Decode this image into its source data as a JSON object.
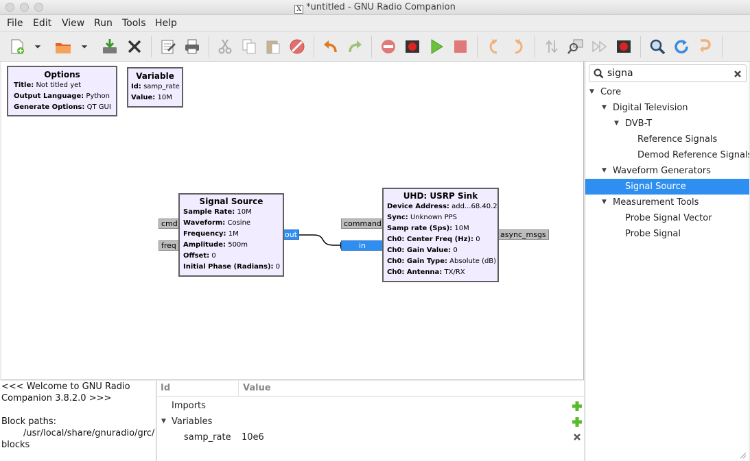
{
  "window": {
    "title": "*untitled - GNU Radio Companion"
  },
  "menu": {
    "items": [
      "File",
      "Edit",
      "View",
      "Run",
      "Tools",
      "Help"
    ]
  },
  "canvas": {
    "options_block": {
      "title": "Options",
      "rows": [
        {
          "k": "Title:",
          "v": "Not titled yet"
        },
        {
          "k": "Output Language:",
          "v": "Python"
        },
        {
          "k": "Generate Options:",
          "v": "QT GUI"
        }
      ]
    },
    "variable_block": {
      "title": "Variable",
      "rows": [
        {
          "k": "Id:",
          "v": "samp_rate"
        },
        {
          "k": "Value:",
          "v": "10M"
        }
      ]
    },
    "signal_source": {
      "title": "Signal Source",
      "rows": [
        {
          "k": "Sample Rate:",
          "v": "10M"
        },
        {
          "k": "Waveform:",
          "v": "Cosine"
        },
        {
          "k": "Frequency:",
          "v": "1M"
        },
        {
          "k": "Amplitude:",
          "v": "500m"
        },
        {
          "k": "Offset:",
          "v": "0"
        },
        {
          "k": "Initial Phase (Radians):",
          "v": "0"
        }
      ],
      "ports": {
        "cmd": "cmd",
        "freq": "freq",
        "out": "out"
      }
    },
    "usrp_sink": {
      "title": "UHD: USRP Sink",
      "rows": [
        {
          "k": "Device Address:",
          "v": "add...68.40.2"
        },
        {
          "k": "Sync:",
          "v": "Unknown PPS"
        },
        {
          "k": "Samp rate (Sps):",
          "v": "10M"
        },
        {
          "k": "Ch0: Center Freq (Hz):",
          "v": "0"
        },
        {
          "k": "Ch0: Gain Value:",
          "v": "0"
        },
        {
          "k": "Ch0: Gain Type:",
          "v": "Absolute (dB)"
        },
        {
          "k": "Ch0: Antenna:",
          "v": "TX/RX"
        }
      ],
      "ports": {
        "command": "command",
        "in": "in",
        "async": "async_msgs"
      }
    }
  },
  "sidebar": {
    "search_value": "signa",
    "tree": [
      {
        "label": "Core",
        "expanded": true
      },
      {
        "label": "Digital Television",
        "expanded": true
      },
      {
        "label": "DVB-T",
        "expanded": true
      },
      {
        "label": "Reference Signals"
      },
      {
        "label": "Demod Reference Signals"
      },
      {
        "label": "Waveform Generators",
        "expanded": true
      },
      {
        "label": "Signal Source",
        "selected": true
      },
      {
        "label": "Measurement Tools",
        "expanded": true
      },
      {
        "label": "Probe Signal Vector"
      },
      {
        "label": "Probe Signal"
      }
    ]
  },
  "console": {
    "lines": [
      "<<< Welcome to GNU Radio",
      "Companion 3.8.2.0 >>>",
      "",
      "Block paths:",
      "/usr/local/share/gnuradio/grc/",
      "blocks"
    ]
  },
  "variables_panel": {
    "col_id": "Id",
    "col_value": "Value",
    "imports": "Imports",
    "variables": "Variables",
    "row": {
      "id": "samp_rate",
      "value": "10e6"
    }
  },
  "colors": {
    "selection": "#2f8ff0",
    "block_bg": "#f1ecff",
    "port_gray": "#bcbcbc"
  }
}
